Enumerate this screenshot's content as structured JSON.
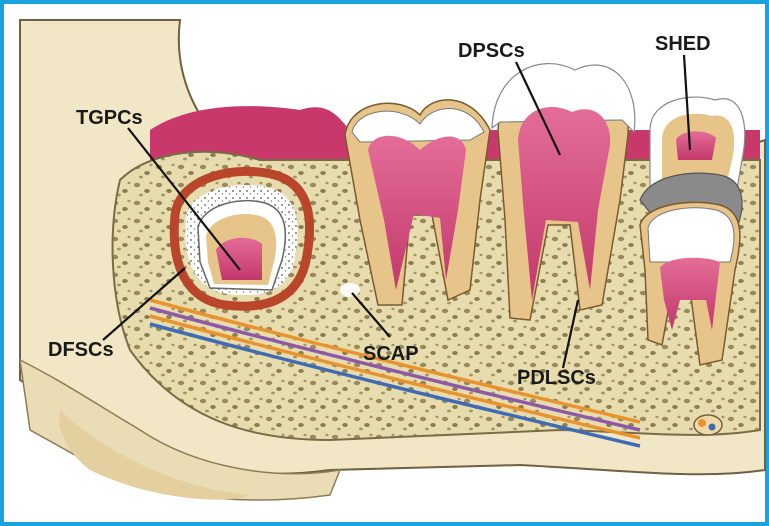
{
  "labels": {
    "tgpcs": "TGPCs",
    "dfscs": "DFSCs",
    "scap": "SCAP",
    "dpscs": "DPSCs",
    "shed": "SHED",
    "pdlscs": "PDLSCs"
  },
  "colors": {
    "border": "#1ba3e0",
    "gum": "#c8386a",
    "pulp": "#d64b7f",
    "dentin": "#e7c48a",
    "enamel": "#ffffff",
    "bone": "#e6dcae",
    "bone_spots": "#9a8a5a",
    "follicle": "#b9462a",
    "jaw": "#f1e6c5"
  }
}
